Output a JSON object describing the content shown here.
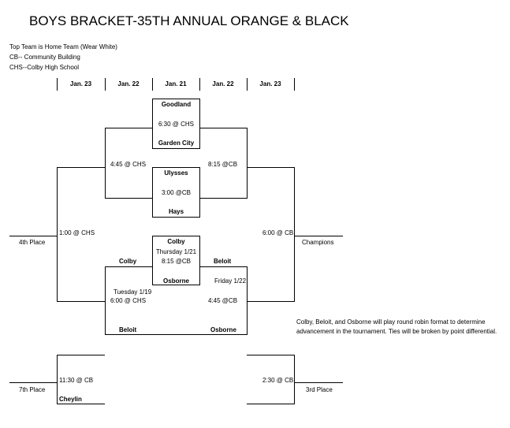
{
  "title": "BOYS BRACKET-35TH ANNUAL ORANGE & BLACK",
  "notes": [
    "Top Team is Home Team (Wear White)",
    "CB-- Community Building",
    "CHS--Colby High School"
  ],
  "dates": [
    "Jan. 23",
    "Jan. 22",
    "Jan. 21",
    "Jan. 22",
    "Jan. 23"
  ],
  "game1": {
    "top": "Goodland",
    "time": "6:30 @ CHS",
    "bottom": "Garden City"
  },
  "game2": {
    "top": "Ulysses",
    "time": "3:00 @CB",
    "bottom": "Hays"
  },
  "semi_left_time": "4:45 @ CHS",
  "semi_right_time": "8:15 @CB",
  "fourth_time": "1:00 @ CHS",
  "fourth_label": "4th Place",
  "champ_time": "6:00 @ CB",
  "champ_label": "Champions",
  "rr": {
    "center_top": "Colby",
    "center_day": "Thursday 1/21",
    "center_time": "8:15 @CB",
    "center_bottom": "Osborne",
    "left_top": "Colby",
    "right_top": "Beloit",
    "right_day": "Friday 1/22",
    "left_day": "Tuesday 1/19",
    "left_time": "6:00 @ CHS",
    "right_time": "4:45 @CB",
    "left_bottom": "Beloit",
    "right_bottom": "Osborne"
  },
  "rr_note": [
    "Colby, Beloit, and Osborne will play round robin format to determine",
    "advancement in the tournament.  Ties will be broken by point differential."
  ],
  "seventh": {
    "time": "11:30 @ CB",
    "label": "7th Place",
    "team": "Cheylin"
  },
  "third": {
    "time": "2:30 @ CB",
    "label": "3rd Place"
  }
}
